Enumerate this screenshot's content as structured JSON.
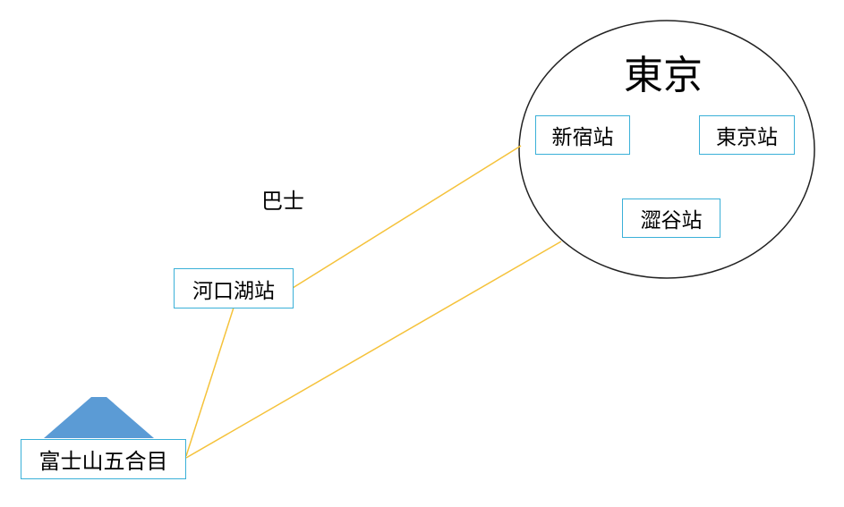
{
  "colors": {
    "route_line": "#f5c23a",
    "box_border": "#3ab0d8",
    "mountain": "#5b9bd5",
    "circle_stroke": "#222222"
  },
  "icons": {
    "mountain": "mountain-icon"
  },
  "tokyo": {
    "title": "東京",
    "stations": {
      "shinjuku": "新宿站",
      "tokyo": "東京站",
      "shibuya": "澀谷站"
    }
  },
  "transport": {
    "bus_label": "巴士"
  },
  "stations": {
    "kawaguchiko": "河口湖站",
    "fuji_fifth": "富士山五合目"
  }
}
